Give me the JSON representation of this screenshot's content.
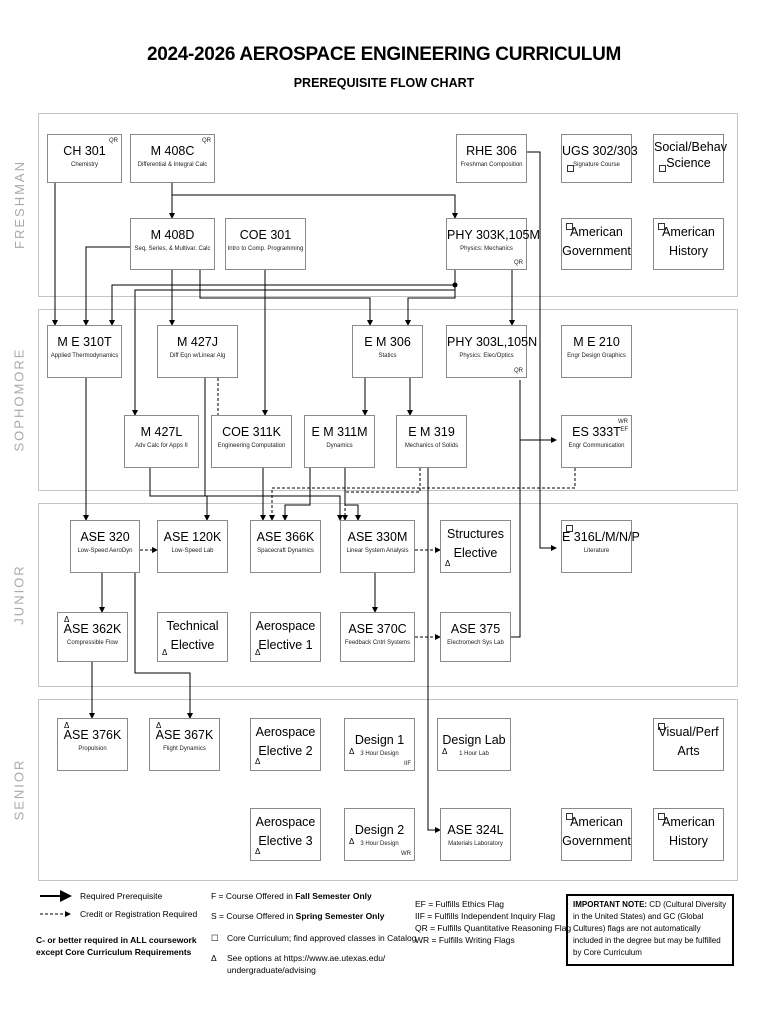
{
  "title": "2024-2026 AEROSPACE ENGINEERING CURRICULUM",
  "subtitle": "PREREQUISITE FLOW CHART",
  "bands": [
    "FRESHMAN",
    "SOPHOMORE",
    "JUNIOR",
    "SENIOR"
  ],
  "courses": {
    "ch301": {
      "code": "CH 301",
      "name": "Chemistry",
      "flag": "QR"
    },
    "m408c": {
      "code": "M 408C",
      "name": "Differential & Integral Calc",
      "flag": "QR"
    },
    "rhe306": {
      "code": "RHE 306",
      "name": "Freshman Composition"
    },
    "ugs302": {
      "code": "UGS 302/303",
      "name": "Signature Course"
    },
    "socbeh": {
      "line1": "Social/Behav",
      "line2": "Science"
    },
    "m408d": {
      "code": "M 408D",
      "name": "Seq, Series, & Multivar. Calc"
    },
    "coe301": {
      "code": "COE 301",
      "name": "Intro to Comp. Programming"
    },
    "phy303k": {
      "code": "PHY 303K,105M",
      "name": "Physics: Mechanics",
      "flag": "QR"
    },
    "amgov1": {
      "line1": "American",
      "line2": "Government"
    },
    "amhist1": {
      "line1": "American",
      "line2": "History"
    },
    "me310t": {
      "code": "M E 310T",
      "name": "Applied Thermodynamics"
    },
    "m427j": {
      "code": "M 427J",
      "name": "Diff Eqn w/Linear Alg"
    },
    "em306": {
      "code": "E M 306",
      "name": "Statics"
    },
    "phy303l": {
      "code": "PHY 303L,105N",
      "name": "Physics: Elec/Optics",
      "flag": "QR"
    },
    "me210": {
      "code": "M E 210",
      "name": "Engr Design Graphics"
    },
    "m427l": {
      "code": "M 427L",
      "name": "Adv Calc for Apps II"
    },
    "coe311k": {
      "code": "COE 311K",
      "name": "Engineering Computation"
    },
    "em311m": {
      "code": "E M 311M",
      "name": "Dynamics"
    },
    "em319": {
      "code": "E M 319",
      "name": "Mechanics of Solids"
    },
    "es333t": {
      "code": "ES 333T",
      "name": "Engr Communication",
      "flag": "WR\nEF"
    },
    "ase320": {
      "code": "ASE 320",
      "name": "Low-Speed AeroDyn"
    },
    "ase120k": {
      "code": "ASE 120K",
      "name": "Low-Speed Lab"
    },
    "ase366k": {
      "code": "ASE 366K",
      "name": "Spacecraft Dynamics"
    },
    "ase330m": {
      "code": "ASE 330M",
      "name": "Linear System Analysis"
    },
    "structel": {
      "line1": "Structures",
      "line2": "Elective"
    },
    "e316": {
      "code": "E 316L/M/N/P",
      "name": "Literature"
    },
    "ase362k": {
      "code": "ASE 362K",
      "name": "Compressible Flow"
    },
    "techel": {
      "line1": "Technical",
      "line2": "Elective"
    },
    "aeroel1": {
      "line1": "Aerospace",
      "line2": "Elective 1"
    },
    "ase370c": {
      "code": "ASE 370C",
      "name": "Feedback Cntrl Systems"
    },
    "ase375": {
      "code": "ASE 375",
      "name": "Electromech Sys Lab"
    },
    "ase376k": {
      "code": "ASE 376K",
      "name": "Propulsion"
    },
    "ase367k": {
      "code": "ASE 367K",
      "name": "Flight Dynamics"
    },
    "aeroel2": {
      "line1": "Aerospace",
      "line2": "Elective 2"
    },
    "design1": {
      "code": "Design 1",
      "name": "3 Hour Design",
      "flag": "IIF"
    },
    "designlab": {
      "code": "Design Lab",
      "name": "1 Hour Lab"
    },
    "visperf": {
      "line1": "Visual/Perf",
      "line2": "Arts"
    },
    "aeroel3": {
      "line1": "Aerospace",
      "line2": "Elective 3"
    },
    "design2": {
      "code": "Design 2",
      "name": "3 Hour Design",
      "flag": "WR"
    },
    "ase324l": {
      "code": "ASE 324L",
      "name": "Materials Laboratory"
    },
    "amgov2": {
      "line1": "American",
      "line2": "Government"
    },
    "amhist2": {
      "line1": "American",
      "line2": "History"
    }
  },
  "legend": {
    "required": "Required Prerequisite",
    "credit": "Credit or Registration Required",
    "grade_note_1": "C- or better required in ALL coursework",
    "grade_note_2": "except Core Curriculum Requirements",
    "fall_pre": "F = Course Offered in ",
    "fall_bold": "Fall Semester Only",
    "spring_pre": "S = Course Offered in ",
    "spring_bold": "Spring Semester Only",
    "core": "Core Curriculum; find approved classes in Catalog",
    "options_1": "See options at https://www.ae.utexas.edu/",
    "options_2": "undergraduate/advising",
    "ef": "EF = Fulfills Ethics Flag",
    "iif": "IIF = Fulfills Independent Inquiry Flag",
    "qr": "QR = Fulfills Quantitative Reasoning Flag",
    "wr": "WR = Fulfills Writing Flags",
    "note_bold": "IMPORTANT NOTE:",
    "note_text": " CD (Cultural Diversity in the United States) and GC (Global Cultures) flags are not automatically included in the degree but may be fulfilled by Core Curriculum",
    "checkbox_symbol": "☐",
    "triangle_symbol": "Δ"
  }
}
